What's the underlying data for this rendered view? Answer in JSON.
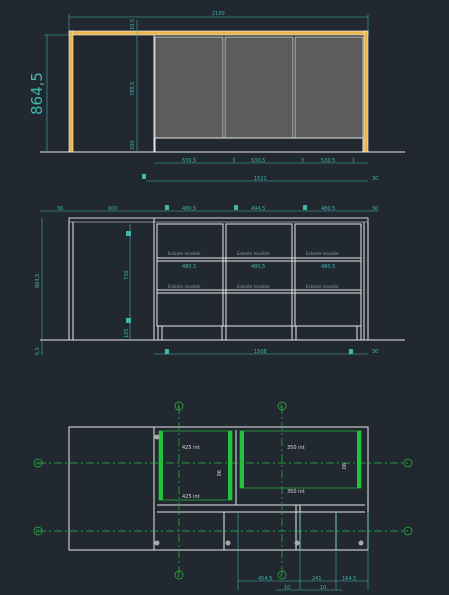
{
  "elevation": {
    "height_label": "864,5",
    "width_label": "2100",
    "dim_top_small": "10,5",
    "dim_v_mid": "788,5",
    "dim_v_low": "100",
    "panel_dims": [
      "530,5",
      "530,5",
      "530,5"
    ],
    "gap_dims": [
      "3",
      "3",
      "1"
    ],
    "overall_bottom": "1521",
    "right_small": "30"
  },
  "section": {
    "left_small": "30",
    "left_dim": "600",
    "top_dims": [
      "480,5",
      "494,5",
      "480,5"
    ],
    "right_small": "30",
    "left_height": "864,5",
    "left_bottom": "5,5",
    "mid_v1": "730",
    "mid_v2": "105",
    "shelf_labels": [
      "Estante movible",
      "Estante movible",
      "Estante movible"
    ],
    "shelf_labels_2": [
      "Estante movible",
      "Estante movible",
      "Estante movible"
    ],
    "mid_dims": [
      "480,5",
      "480,5",
      "480,5"
    ],
    "overall_bottom": "1508",
    "right_bottom": "30"
  },
  "plan": {
    "box_labels": [
      "425 int",
      "425 int",
      "350 int",
      "350 int"
    ],
    "box_side": [
      "90",
      "90"
    ],
    "bottom_dims": [
      "454,5",
      "241",
      "164,5"
    ],
    "bottom_small": [
      "10",
      "10"
    ],
    "grid_markers": [
      "1",
      "2",
      "3",
      "4",
      "A",
      "B"
    ]
  }
}
